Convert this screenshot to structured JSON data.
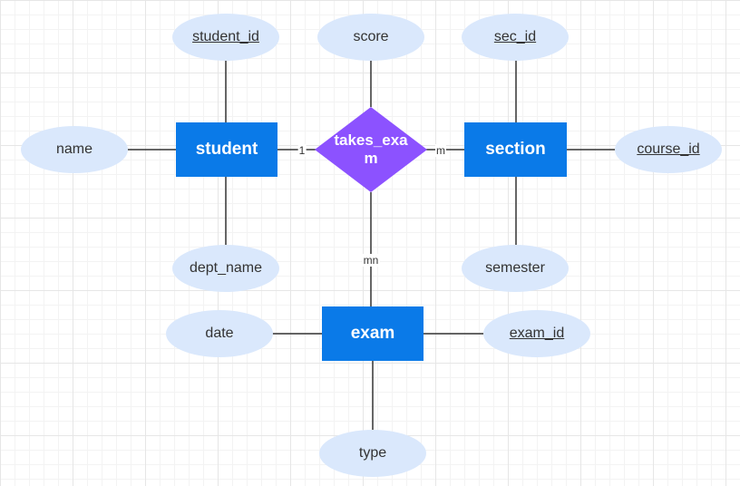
{
  "relationship": {
    "label": "takes_exam",
    "color": "#8c52ff"
  },
  "entities": {
    "student": {
      "label": "student"
    },
    "section": {
      "label": "section"
    },
    "exam": {
      "label": "exam"
    }
  },
  "attributes": {
    "student_id": {
      "label": "student_id",
      "key": true
    },
    "name": {
      "label": "name",
      "key": false
    },
    "dept_name": {
      "label": "dept_name",
      "key": false
    },
    "score": {
      "label": "score",
      "key": false
    },
    "sec_id": {
      "label": "sec_id",
      "key": true
    },
    "course_id": {
      "label": "course_id",
      "key": true
    },
    "semester": {
      "label": "semester",
      "key": false
    },
    "date": {
      "label": "date",
      "key": false
    },
    "exam_id": {
      "label": "exam_id",
      "key": true
    },
    "type": {
      "label": "type",
      "key": false
    }
  },
  "cardinalities": {
    "student_side": "1",
    "section_side": "m",
    "exam_side": "mn"
  },
  "colors": {
    "entity_fill": "#0a7ae8",
    "attribute_fill": "#dae8fc",
    "line": "#333333"
  }
}
